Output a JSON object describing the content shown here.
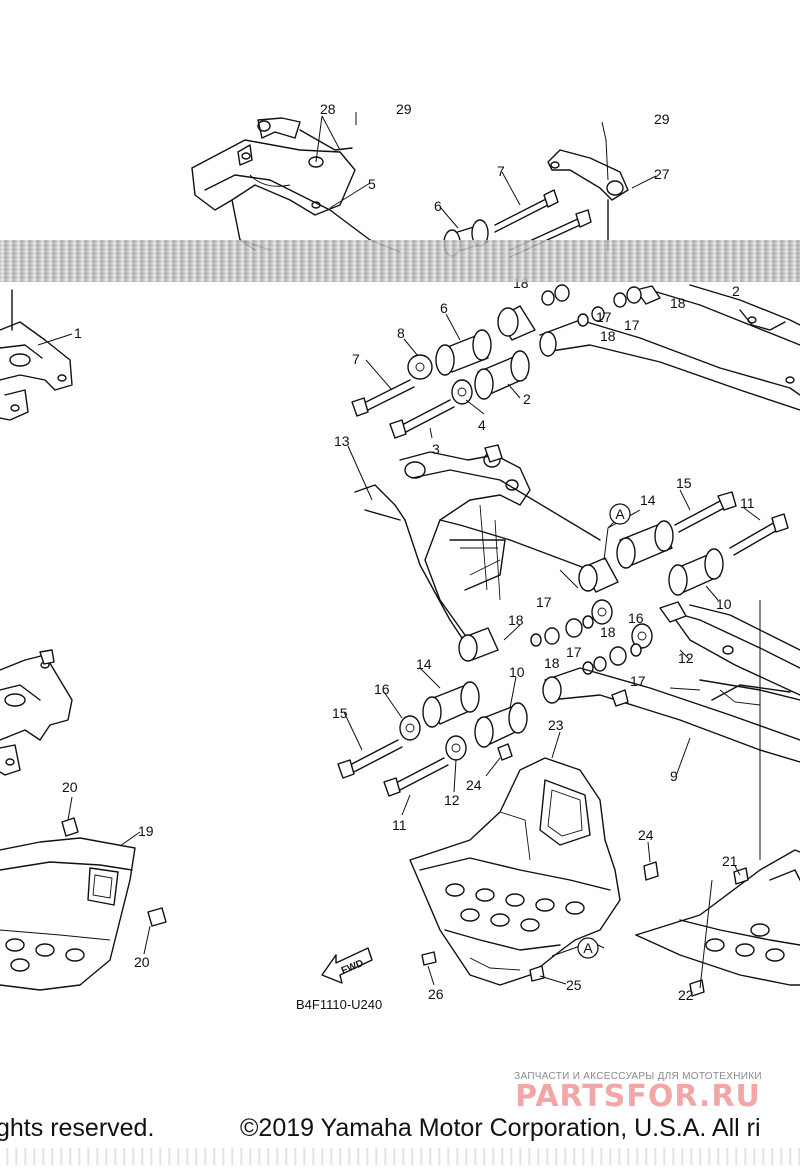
{
  "diagram": {
    "callouts": [
      "1",
      "2",
      "2",
      "3",
      "4",
      "5",
      "6",
      "6",
      "7",
      "7",
      "8",
      "9",
      "10",
      "10",
      "11",
      "11",
      "12",
      "12",
      "13",
      "14",
      "14",
      "15",
      "15",
      "16",
      "16",
      "17",
      "17",
      "17",
      "17",
      "17",
      "18",
      "18",
      "18",
      "18",
      "18",
      "18",
      "19",
      "20",
      "20",
      "21",
      "22",
      "23",
      "24",
      "24",
      "25",
      "26",
      "27",
      "28",
      "29",
      "29"
    ],
    "reference_marks": [
      "A",
      "A"
    ],
    "fwd_label": "FWD",
    "drawing_code": "B4F1110-U240"
  },
  "watermark": {
    "tagline": "ЗАПЧАСТИ И АКСЕССУАРЫ ДЛЯ МОТОТЕХНИКИ",
    "brand": "PARTSFOR.RU"
  },
  "footer": {
    "rights_fragment": "ghts reserved.",
    "copyright": "©2019 Yamaha Motor Corporation, U.S.A. All ri"
  }
}
